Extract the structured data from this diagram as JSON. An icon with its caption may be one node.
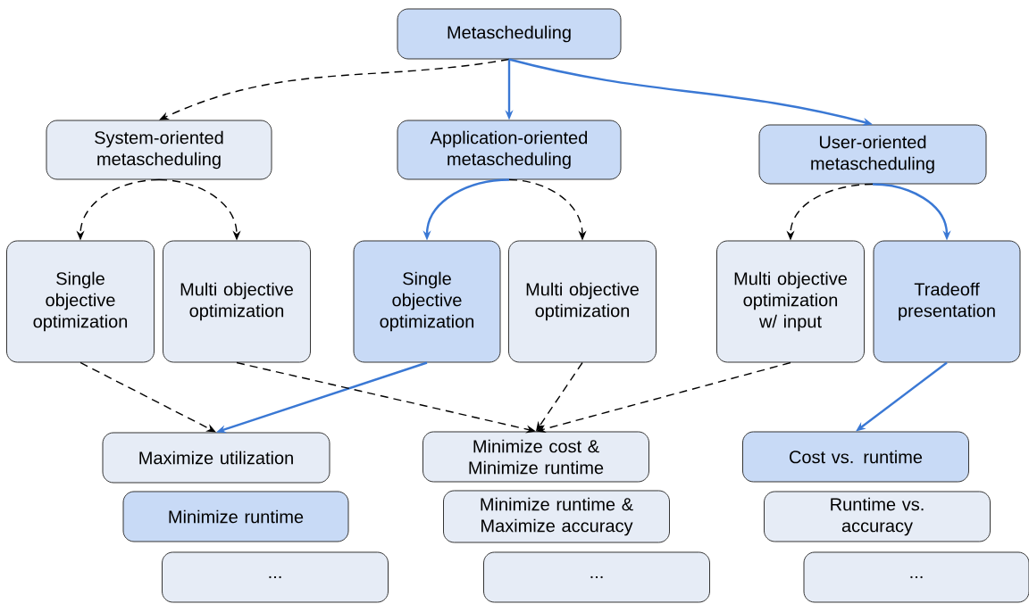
{
  "diagram": {
    "nodes": [
      {
        "text": [
          "Metascheduling"
        ]
      },
      {
        "text": [
          "System-oriented metascheduling"
        ]
      },
      {
        "text": [
          "Application-oriented metascheduling"
        ]
      },
      {
        "text": [
          "User-oriented metascheduling"
        ]
      },
      {
        "text": [
          "Single objective optimization"
        ]
      },
      {
        "text": [
          "Multi objective optimization"
        ]
      },
      {
        "text": [
          "Single objective optimization"
        ]
      },
      {
        "text": [
          "Multi objective optimization"
        ]
      },
      {
        "text": [
          "Multi objective optimization w/ input"
        ]
      },
      {
        "text": [
          "Tradeoff presentation"
        ]
      },
      {
        "text": [
          "Maximize utilization"
        ]
      },
      {
        "text": [
          "Minimize runtime"
        ]
      },
      {
        "text": [
          "..."
        ]
      },
      {
        "text": [
          "Minimize cost & Minimize runtime"
        ]
      },
      {
        "text": [
          "Minimize runtime & Maximize accuracy"
        ]
      },
      {
        "text": [
          "..."
        ]
      },
      {
        "text": [
          "Cost vs. runtime"
        ]
      },
      {
        "text": [
          "Runtime vs. accuracy"
        ]
      },
      {
        "text": [
          "..."
        ]
      }
    ],
    "edges": [
      {
        "from": 0,
        "to": 1,
        "arrow": "to",
        "style": "dashed"
      },
      {
        "from": 0,
        "to": 2,
        "arrow": "to",
        "color": "#3a78d4"
      },
      {
        "from": 0,
        "to": 3,
        "arrow": "to",
        "color": "#3a78d4"
      },
      {
        "from": 1,
        "to": 4,
        "arrow": "to",
        "style": "dashed"
      },
      {
        "from": 1,
        "to": 5,
        "arrow": "to",
        "style": "dashed"
      },
      {
        "from": 2,
        "to": 6,
        "arrow": "to",
        "color": "#3a78d4"
      },
      {
        "from": 2,
        "to": 7,
        "arrow": "to",
        "style": "dashed"
      },
      {
        "from": 3,
        "to": 8,
        "arrow": "to",
        "style": "dashed"
      },
      {
        "from": 3,
        "to": 9,
        "arrow": "to",
        "color": "#3a78d4"
      },
      {
        "from": 4,
        "to": 10,
        "arrow": "to",
        "style": "dashed"
      },
      {
        "from": 6,
        "to": 10,
        "arrow": "to",
        "color": "#3a78d4"
      },
      {
        "from": 5,
        "to": 13,
        "arrow": "to",
        "style": "dashed"
      },
      {
        "from": 7,
        "to": 13,
        "arrow": "to",
        "style": "dashed"
      },
      {
        "from": 8,
        "to": 13,
        "arrow": "to",
        "style": "dashed"
      },
      {
        "from": 9,
        "to": 16,
        "arrow": "to",
        "color": "#3a78d4"
      }
    ]
  }
}
